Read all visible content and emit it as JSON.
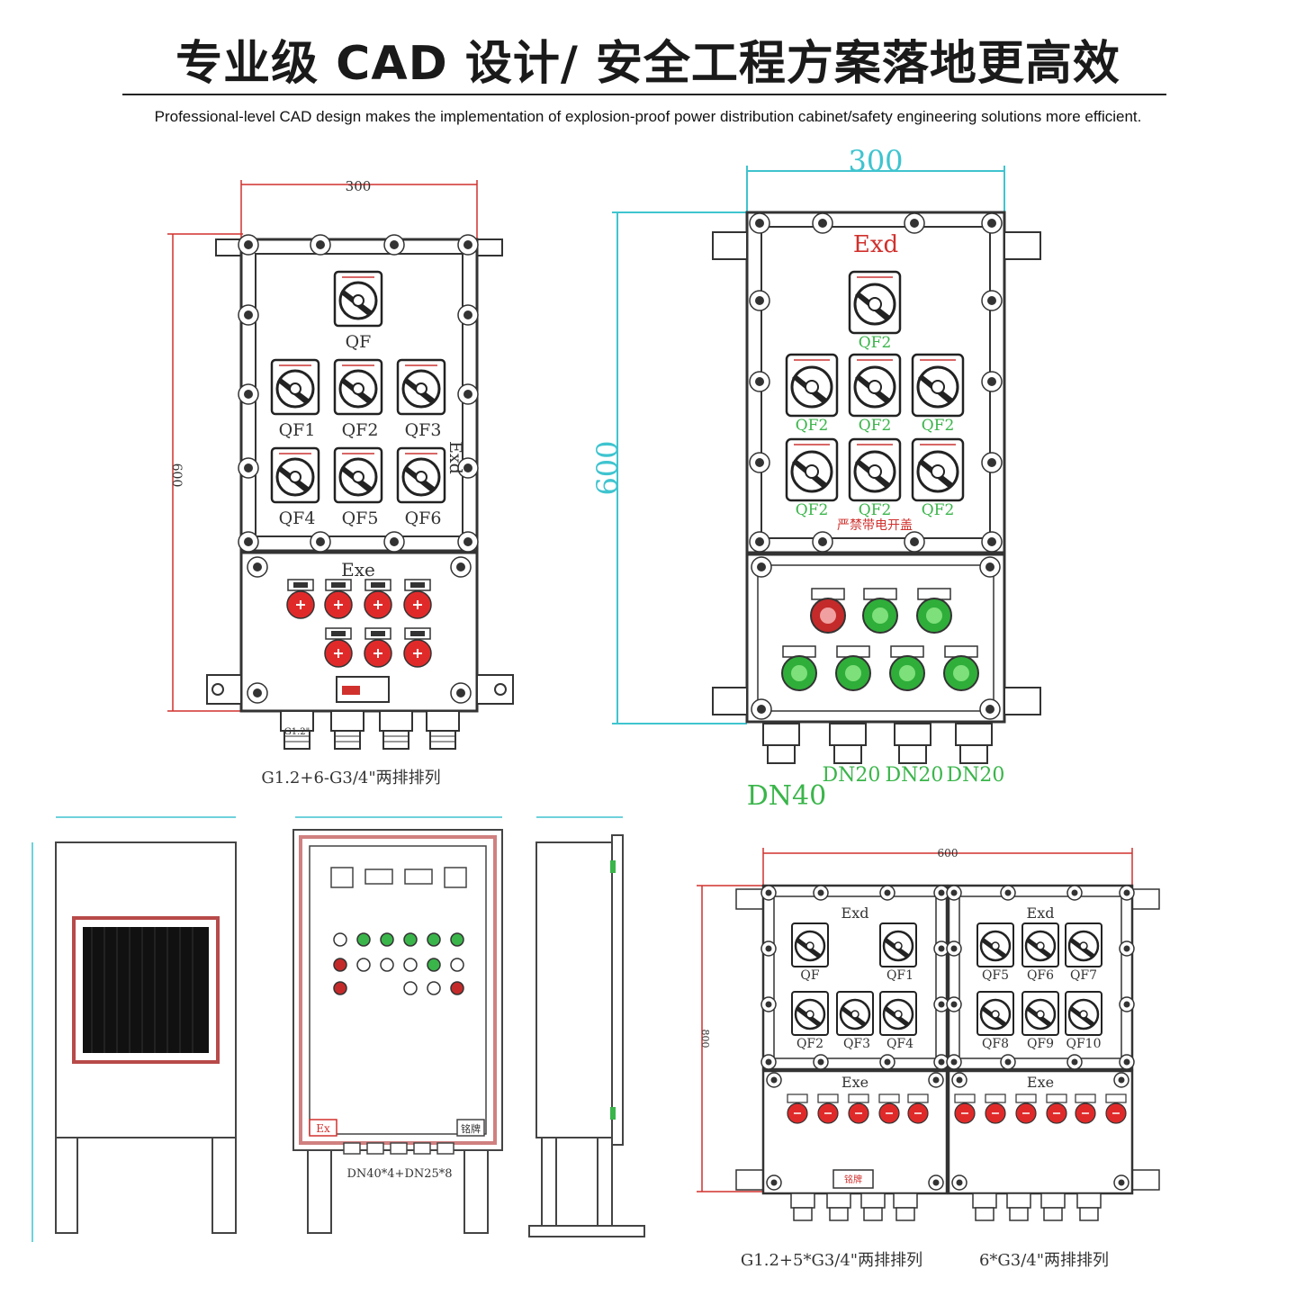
{
  "header": {
    "title": "专业级 CAD 设计/ 安全工程方案落地更高效",
    "subtitle": "Professional-level CAD design makes the implementation of explosion-proof power distribution cabinet/safety engineering solutions more efficient."
  },
  "drawing1": {
    "width_dim": "300",
    "height_dim": "600",
    "top_label": "Exd",
    "breakers": [
      "QF",
      "QF1",
      "QF2",
      "QF3",
      "QF4",
      "QF5",
      "QF6"
    ],
    "bottom_label": "Exe",
    "caption": "G1.2+6-G3/4\"两排排列",
    "gland": "G1.2\""
  },
  "drawing2": {
    "width_dim": "300",
    "height_dim": "600",
    "top_label": "Exd",
    "breakers": [
      "QF2",
      "QF2",
      "QF2",
      "QF2",
      "QF2",
      "QF2",
      "QF2"
    ],
    "warning": "严禁带电开盖",
    "glands": [
      "DN40",
      "DN20",
      "DN20",
      "DN20"
    ]
  },
  "drawing3": {
    "caption": "DN40*4+DN25*8",
    "ex_label": "Ex",
    "plate_label": "铭牌"
  },
  "drawing4": {
    "width_dim": "600",
    "height_dim": "800",
    "left_top_label": "Exd",
    "right_top_label": "Exd",
    "left_breakers": [
      "QF",
      "QF1",
      "QF2",
      "QF3",
      "QF4"
    ],
    "right_breakers": [
      "QF5",
      "QF6",
      "QF7",
      "QF8",
      "QF9",
      "QF10"
    ],
    "left_bottom_label": "Exe",
    "right_bottom_label": "Exe",
    "caption_left": "G1.2+5*G3/4\"两排排列",
    "caption_right": "6*G3/4\"两排排列",
    "plate_label": "铭牌"
  },
  "colors": {
    "outline": "#333333",
    "dimension_red": "#d0312d",
    "dimension_cyan": "#3fc4cf",
    "green_label": "#3ab54a",
    "lamp_red": "#e02a2a",
    "lamp_green": "#2fae3a"
  }
}
